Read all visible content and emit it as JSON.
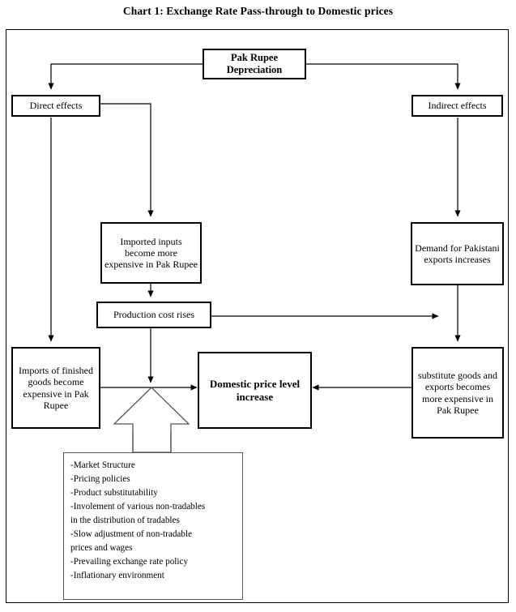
{
  "title": "Chart 1: Exchange Rate Pass-through to Domestic prices",
  "diagram": {
    "type": "flowchart",
    "nodes": {
      "root": {
        "label": "Pak Rupee Depreciation",
        "line1": "Pak Rupee",
        "line2": "Depreciation",
        "bold": true
      },
      "direct": {
        "label": "Direct effects"
      },
      "indirect": {
        "label": "Indirect effects"
      },
      "imported_inputs": {
        "label": "Imported inputs become more expensive in Pak Rupee"
      },
      "demand_exports": {
        "label": "Demand for Pakistani exports increases"
      },
      "production_cost": {
        "label": "Production cost rises"
      },
      "imports_finished": {
        "label": "Imports of finished goods become expensive in Pak Rupee"
      },
      "domestic_price": {
        "label": "Domestic price level increase",
        "bold": true
      },
      "substitute_goods": {
        "label": "substitute goods and exports becomes more expensive in Pak Rupee"
      }
    },
    "factors_box": {
      "items": [
        "-Market Structure",
        "-Pricing policies",
        "-Product substitutability",
        "-Involement of various non-tradables",
        "in the distribution of tradables",
        "-Slow adjustment of non-tradable",
        "prices and wages",
        "-Prevailing exchange rate policy",
        "-Inflationary environment"
      ]
    }
  },
  "colors": {
    "stroke": "#000000",
    "background": "#ffffff",
    "light_stroke": "#555555"
  }
}
